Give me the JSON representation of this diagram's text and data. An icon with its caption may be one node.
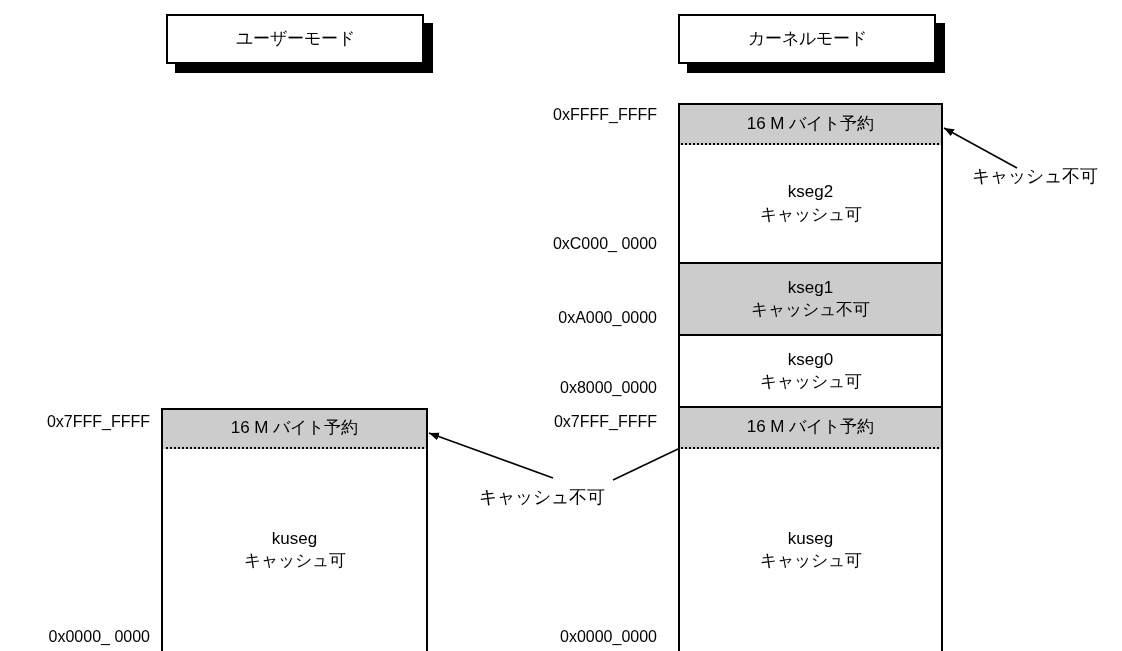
{
  "diagram": {
    "nodes": [
      {
        "text": [
          "ユーザーモード"
        ]
      },
      {
        "text": [
          "カーネルモード"
        ]
      },
      {
        "text": [
          "16 M バイト予約"
        ]
      },
      {
        "text": [
          "kuseg",
          "キャッシュ可"
        ]
      },
      {
        "text": [
          "16 M バイト予約"
        ]
      },
      {
        "text": [
          "kseg2",
          "キャッシュ可"
        ]
      },
      {
        "text": [
          "kseg1",
          "キャッシュ不可"
        ]
      },
      {
        "text": [
          "kseg0",
          "キャッシュ可"
        ]
      },
      {
        "text": [
          "16 M バイト予約"
        ]
      },
      {
        "text": [
          "kuseg",
          "キャッシュ可"
        ]
      },
      {
        "text": [
          "キャッシュ不可"
        ]
      },
      {
        "text": [
          "キャッシュ不可"
        ]
      }
    ],
    "edges": [
      {
        "from": 10,
        "to": 4,
        "arrow": "to"
      },
      {
        "from": 11,
        "to": 2,
        "arrow": "to"
      },
      {
        "from": 11,
        "to": 8,
        "arrow": "none"
      }
    ],
    "labels": [
      "0xFFFF_FFFF",
      "0xC000_ 0000",
      "0xA000_0000",
      "0x8000_0000",
      "0x7FFF_FFFF",
      "0x7FFF_FFFF",
      "0x0000_ 0000",
      "0x0000_0000"
    ]
  }
}
